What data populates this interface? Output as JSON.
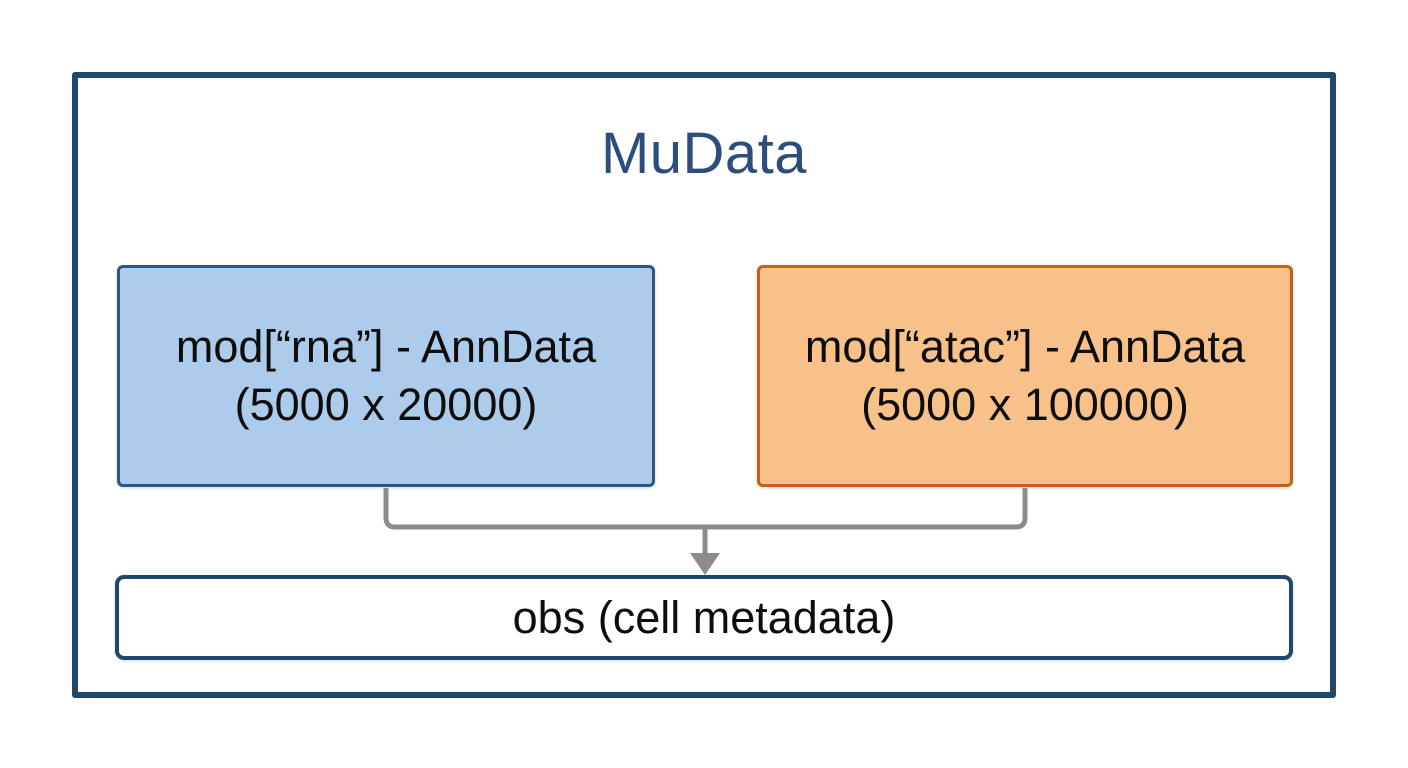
{
  "diagram": {
    "title": "MuData",
    "modalities": [
      {
        "id": "rna",
        "label_line1": "mod[“rna”] - AnnData",
        "label_line2": "(5000 x 20000)",
        "fill": "#ADCBEB",
        "border": "#2A5783"
      },
      {
        "id": "atac",
        "label_line1": "mod[“atac”] - AnnData",
        "label_line2": "(5000 x 100000)",
        "fill": "#F9C18A",
        "border": "#C2611C"
      }
    ],
    "obs_label": "obs (cell metadata)",
    "colors": {
      "outer_border": "#20486F",
      "title": "#2D4E7C",
      "connector": "#8C8C8C",
      "text": "#0D0D0D"
    }
  }
}
